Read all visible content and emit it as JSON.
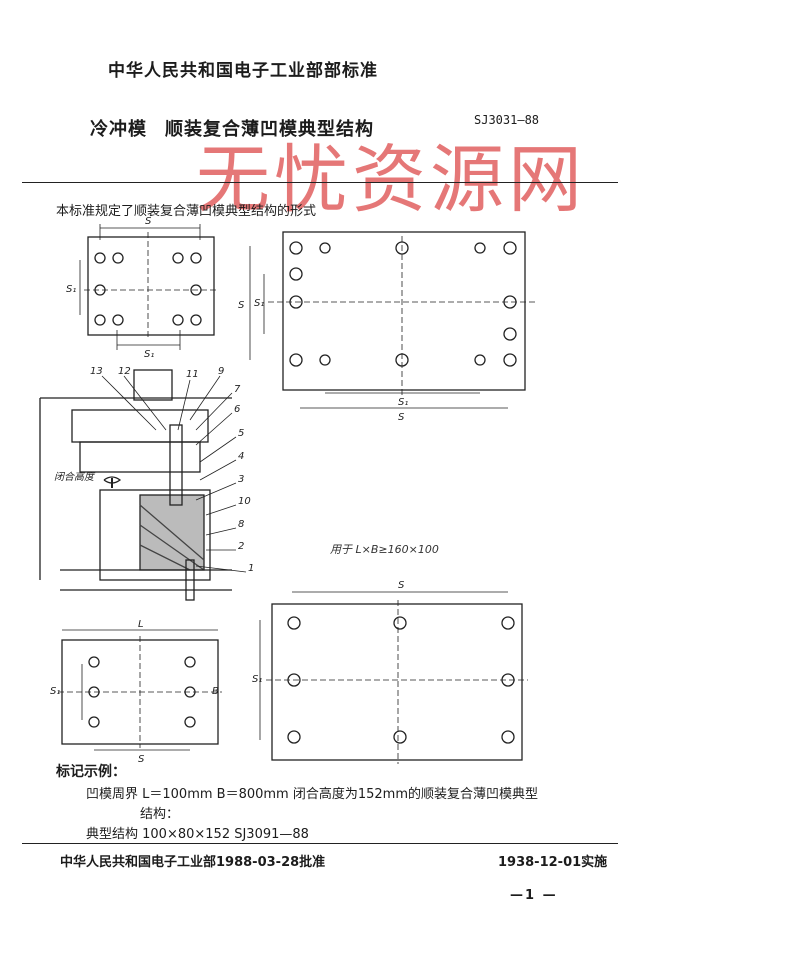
{
  "header": {
    "standard": "中华人民共和国电子工业部部标准"
  },
  "title": {
    "main": "冷冲模",
    "sub": "顺装复合薄凹模典型结构",
    "code": "SJ3031—88"
  },
  "watermark": {
    "text": "无忧资源网",
    "color": "#e05a5a"
  },
  "intro": "本标准规定了顺装复合薄凹模典型结构的形式",
  "drawings": {
    "dim_s": "S",
    "dim_s1": "S₁",
    "dim_L": "L",
    "dim_B": "B",
    "closed_height": "闭合高度",
    "parts": [
      "13",
      "12",
      "11",
      "9",
      "7",
      "6",
      "5",
      "4",
      "3",
      "10",
      "8",
      "2",
      "1"
    ]
  },
  "caption": "用于 L×B≥160×100",
  "example": {
    "heading": "标记示例：",
    "line1": "凹模周界  L＝100mm   B＝800mm   闭合高度为152mm的顺装复合薄凹模典型",
    "line2": "结构：",
    "line3": "典型结构   100×80×152   SJ3091—88"
  },
  "footer": {
    "approval": "中华人民共和国电子工业部1988-03-28批准",
    "effective": "1938-12-01实施"
  },
  "page_number": "—1 —"
}
